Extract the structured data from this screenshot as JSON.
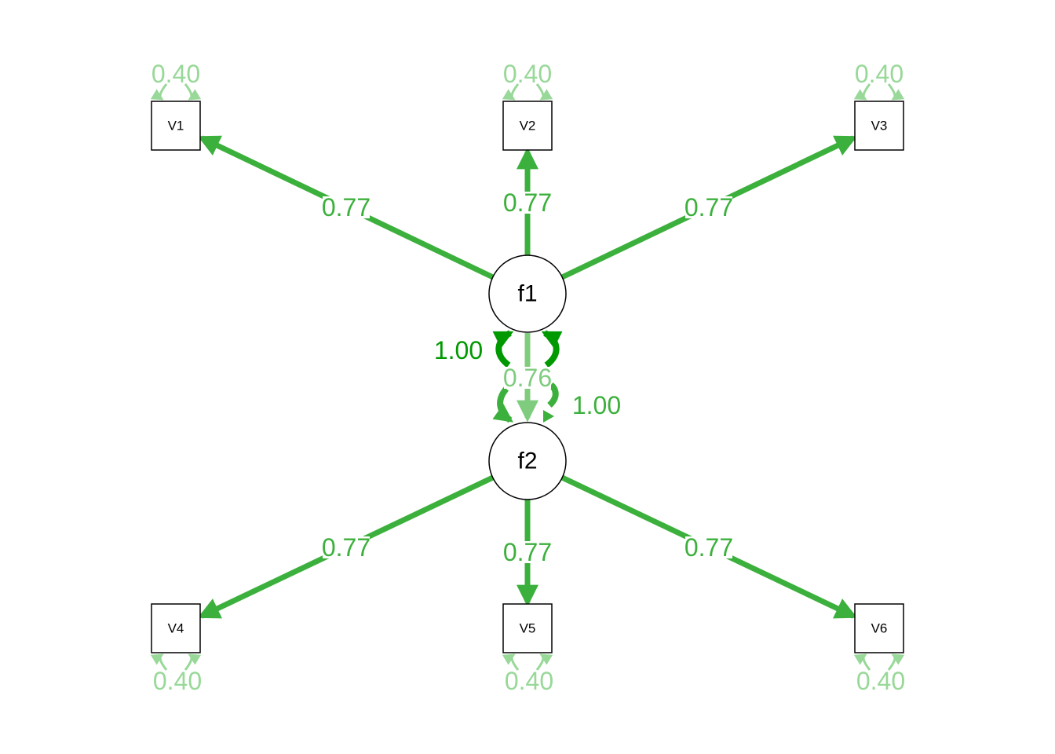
{
  "colors": {
    "loading": "#3cb03c",
    "residual": "#98d898",
    "factor_var": "#009900",
    "covariance": "#7fcc7f",
    "node_stroke": "#000000"
  },
  "latents": [
    {
      "id": "f1",
      "label": "f1",
      "variance": "1.00"
    },
    {
      "id": "f2",
      "label": "f2",
      "variance": "1.00"
    }
  ],
  "factor_path": {
    "from": "f1",
    "to": "f2",
    "label": "0.76"
  },
  "manifest": [
    {
      "id": "V1",
      "label": "V1",
      "factor": "f1",
      "loading": "0.77",
      "residual": "0.40"
    },
    {
      "id": "V2",
      "label": "V2",
      "factor": "f1",
      "loading": "0.77",
      "residual": "0.40"
    },
    {
      "id": "V3",
      "label": "V3",
      "factor": "f1",
      "loading": "0.77",
      "residual": "0.40"
    },
    {
      "id": "V4",
      "label": "V4",
      "factor": "f2",
      "loading": "0.77",
      "residual": "0.40"
    },
    {
      "id": "V5",
      "label": "V5",
      "factor": "f2",
      "loading": "0.77",
      "residual": "0.40"
    },
    {
      "id": "V6",
      "label": "V6",
      "factor": "f2",
      "loading": "0.77",
      "residual": "0.40"
    }
  ]
}
